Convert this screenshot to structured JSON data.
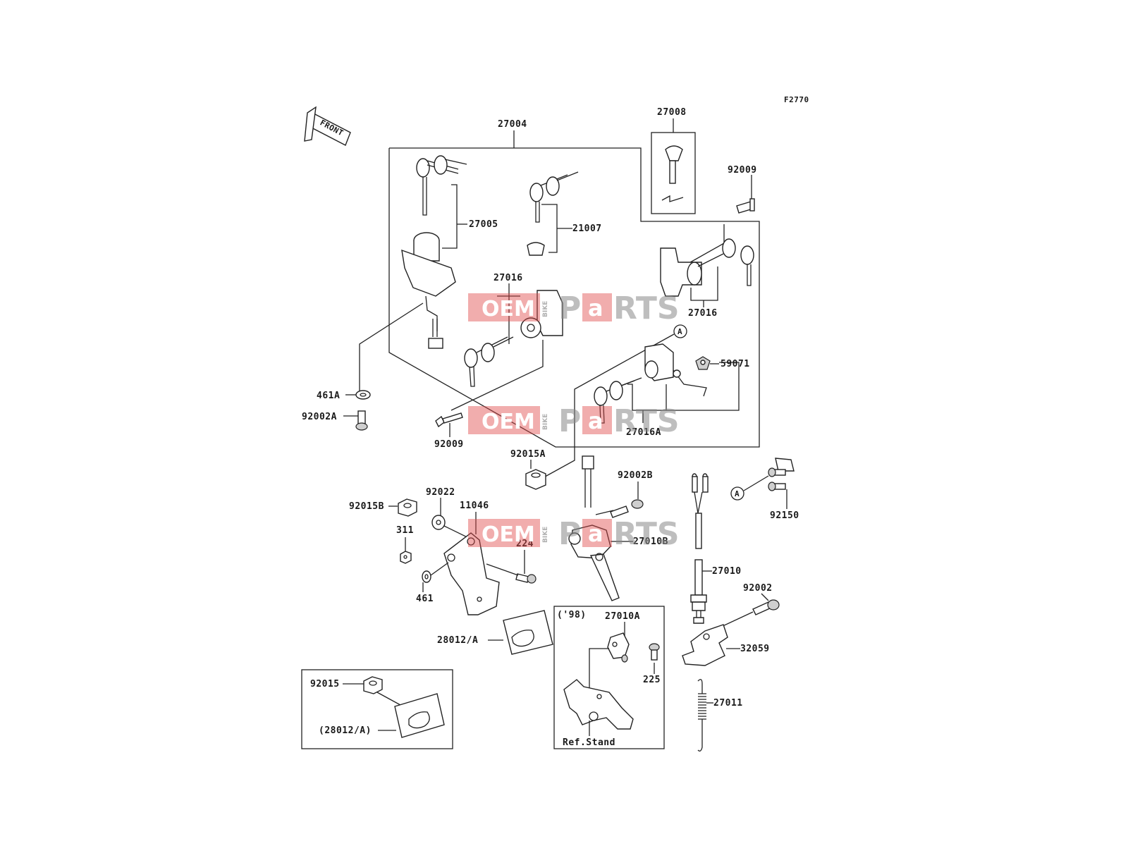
{
  "figure_code": "F2770",
  "front_label": "FRONT",
  "labels": {
    "p27004": "27004",
    "p27008": "27008",
    "p92009_top": "92009",
    "p27005": "27005",
    "p21007": "21007",
    "p27016_left": "27016",
    "p27016_right": "27016",
    "p59071": "59071",
    "p27016A": "27016A",
    "p461A": "461A",
    "p92002A": "92002A",
    "p92009_bottom": "92009",
    "p92015A": "92015A",
    "p92002B": "92002B",
    "p92150": "92150",
    "p92022": "92022",
    "p11046": "11046",
    "p92015B": "92015B",
    "p311": "311",
    "p224": "224",
    "p27010B": "27010B",
    "p461": "461",
    "p27010": "27010",
    "p92002": "92002",
    "p28012A": "28012/A",
    "p32059": "32059",
    "p27010A": "27010A",
    "p225": "225",
    "p27011": "27011",
    "p92015": "92015",
    "p28012A_paren": "(28012/A)",
    "year_98": "('98)",
    "ref_stand": "Ref.Stand",
    "ref_a_1": "A",
    "ref_a_2": "A"
  },
  "watermark": {
    "brand_red": "OEM",
    "brand_small": "BIKE",
    "brand_gray_1": "P",
    "brand_red_2": "a",
    "brand_gray_2": "RTS"
  },
  "colors": {
    "watermark_red": "#e14a4a",
    "watermark_gray": "#8a8a8a",
    "line": "#222222"
  }
}
